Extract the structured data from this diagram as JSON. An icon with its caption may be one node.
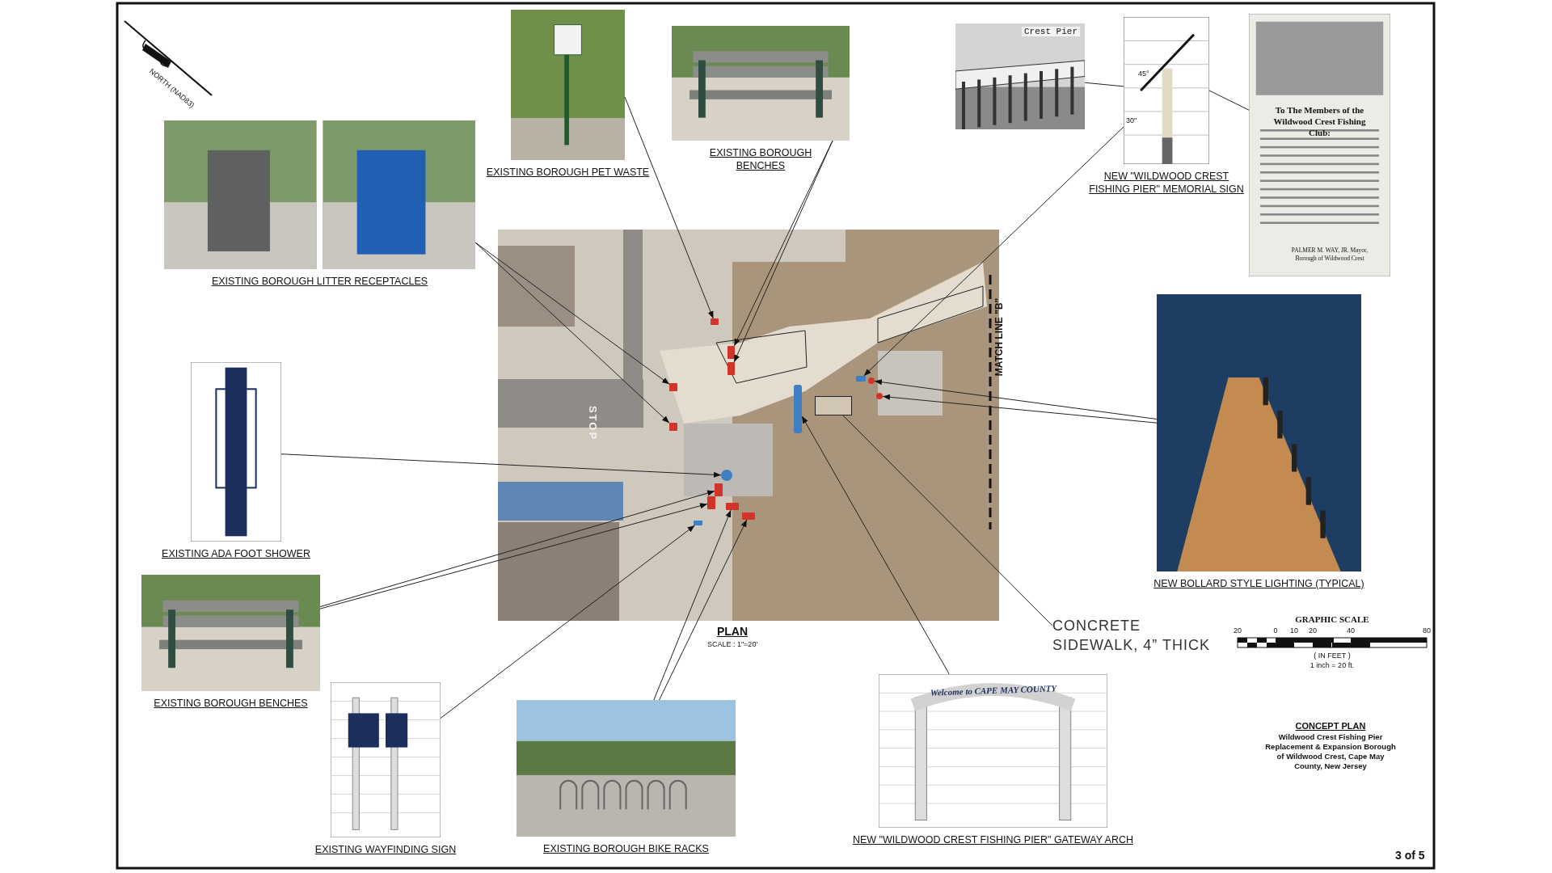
{
  "diagram": {
    "title": "CONCEPT PLAN",
    "nodes": [
      {
        "text": [],
        "shape": "picture",
        "beside": [
          "PLAN",
          "SCALE : 1\"=20'"
        ]
      },
      {
        "text": [],
        "shape": "box",
        "in": 0
      },
      {
        "text": [],
        "shape": "box",
        "in": 0
      },
      {
        "text": [],
        "shape": "box",
        "in": 0
      },
      {
        "text": [],
        "shape": "box",
        "in": 0
      },
      {
        "text": [],
        "shape": "circle",
        "in": 0
      },
      {
        "text": [],
        "shape": "bar",
        "in": 0
      },
      {
        "text": [],
        "shape": "box",
        "in": 0
      },
      {
        "text": [],
        "shape": "circle",
        "in": 0
      },
      {
        "text": [],
        "shape": "box",
        "in": 0
      },
      {
        "text": [],
        "shape": "circle",
        "in": 0
      },
      {
        "text": [],
        "shape": "box",
        "in": 0
      },
      {
        "text": [],
        "shape": "box",
        "in": 0
      },
      {
        "text": [],
        "shape": "box",
        "in": 0
      },
      {
        "text": [],
        "shape": "box",
        "in": 0
      },
      {
        "text": [],
        "shape": "box",
        "in": 0
      },
      {
        "text": [
          "EXISTING BOROUGH PET WASTE"
        ]
      },
      {
        "text": [
          "EXISTING BOROUGH BENCHES"
        ]
      },
      {
        "text": [
          "Crest Pier"
        ]
      },
      {
        "text": [
          "NEW \"WILDWOOD CREST FISHING PIER\" MEMORIAL SIGN"
        ]
      },
      {
        "text": [
          "To The Members of the Wildwood Crest Fishing Club:",
          "PALMER M. WAY, JR. Mayor, Borough of Wildwood Crest"
        ]
      },
      {
        "text": [
          "EXISTING BOROUGH LITTER RECEPTACLES"
        ]
      },
      {
        "text": [
          "NEW BOLLARD STYLE LIGHTING (TYPICAL)"
        ]
      },
      {
        "text": [
          "EXISTING ADA FOOT SHOWER"
        ]
      },
      {
        "text": [
          "CONCRETE SIDEWALK, 4” THICK"
        ]
      },
      {
        "text": [
          "EXISTING BOROUGH BENCHES"
        ]
      },
      {
        "text": [
          "Welcome to CAPE MAY COUNTY",
          "NEW \"WILDWOOD CREST FISHING PIER\" GATEWAY ARCH"
        ]
      },
      {
        "text": [
          "EXISTING WAYFINDING SIGN"
        ]
      },
      {
        "text": [
          "EXISTING BOROUGH BIKE RACKS"
        ]
      },
      {
        "text": [],
        "shape": "box",
        "in": 0
      }
    ],
    "edges": [
      {
        "from": 16,
        "to": 1,
        "arrow": "to"
      },
      {
        "from": 17,
        "to": 2,
        "arrow": "to"
      },
      {
        "from": 17,
        "to": 3,
        "arrow": "to"
      },
      {
        "from": 18,
        "to": 19,
        "arrow": "none"
      },
      {
        "from": 19,
        "to": 20,
        "arrow": "none"
      },
      {
        "from": 19,
        "to": 4,
        "arrow": "to"
      },
      {
        "from": 21,
        "to": 7,
        "arrow": "to"
      },
      {
        "from": 21,
        "to": 9,
        "arrow": "to"
      },
      {
        "from": 22,
        "to": 5,
        "arrow": "to"
      },
      {
        "from": 22,
        "to": 8,
        "arrow": "to"
      },
      {
        "from": 23,
        "to": 10,
        "arrow": "to"
      },
      {
        "from": 24,
        "to": 29,
        "arrow": "none"
      },
      {
        "from": 25,
        "to": 11,
        "arrow": "to"
      },
      {
        "from": 25,
        "to": 12,
        "arrow": "to"
      },
      {
        "from": 26,
        "to": 6,
        "arrow": "to"
      },
      {
        "from": 27,
        "to": 15,
        "arrow": "to"
      },
      {
        "from": 28,
        "to": 13,
        "arrow": "to"
      },
      {
        "from": 28,
        "to": 14,
        "arrow": "to"
      }
    ],
    "labels": [
      "NORTH (NAD83)",
      "45°",
      "30\"",
      "MATCH LINE \"B\"",
      "STOP",
      "GRAPHIC SCALE",
      "20",
      "0",
      "10",
      "20",
      "40",
      "80",
      "( IN FEET )",
      "1 inch = 20 ft.",
      "Wildwood Crest Fishing Pier Replacement & Expansion Borough of Wildwood Crest, Cape May County, New Jersey",
      "3 of 5"
    ]
  }
}
